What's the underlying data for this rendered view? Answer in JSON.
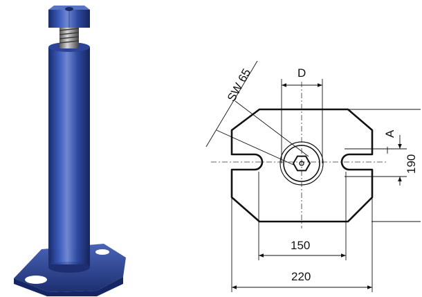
{
  "photo": {
    "subject": "adjustable support column",
    "colors": {
      "body": "#2e4aa0",
      "body_dark": "#1a2c6b",
      "body_light": "#6f86cf",
      "thread": "#9a9a9a"
    }
  },
  "drawing": {
    "labels": {
      "wrench_size": "SW 65",
      "diameter": "D",
      "dim_a": "A",
      "dim_190": "190",
      "dim_150": "150",
      "dim_220": "220"
    }
  }
}
